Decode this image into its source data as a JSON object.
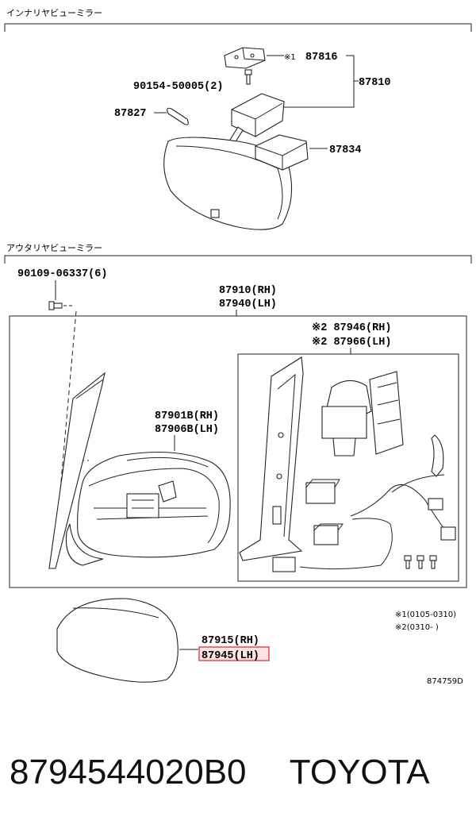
{
  "sections": {
    "inner_title": "インナリヤビューミラー",
    "outer_title": "アウタリヤビューミラー"
  },
  "parts": {
    "p87816_prefix": "※1",
    "p87816": "87816",
    "p87810": "87810",
    "p90154": "90154-50005(2)",
    "p87827": "87827",
    "p87834": "87834",
    "p90109": "90109-06337(6)",
    "p87910": "87910(RH)",
    "p87940": "87940(LH)",
    "p87946": "※2 87946(RH)",
    "p87966": "※2 87966(LH)",
    "p87901": "87901B(RH)",
    "p87906": "87906B(LH)",
    "p87915": "87915(RH)",
    "p87945": "87945(LH)"
  },
  "notes": {
    "note1": "※1(0105-0310)",
    "note2": "※2(0310-      )",
    "diagram_code": "874759D"
  },
  "caption": {
    "part_number": "8794544020B0",
    "brand": "TOYOTA"
  },
  "colors": {
    "highlight": "#d9534f"
  }
}
